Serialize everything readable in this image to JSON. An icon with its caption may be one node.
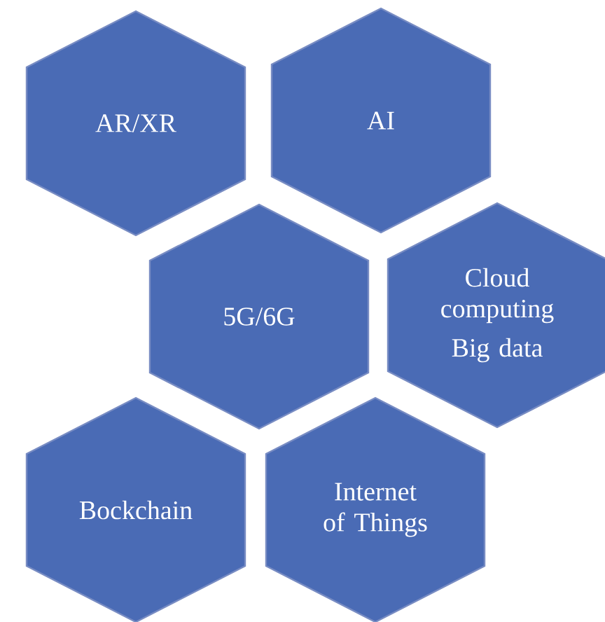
{
  "diagram": {
    "nodes": [
      {
        "text": [
          "AR/XR"
        ]
      },
      {
        "text": [
          "AI"
        ]
      },
      {
        "text": [
          "5G/6G"
        ]
      },
      {
        "text": [
          "Cloud computing",
          "Big data"
        ]
      },
      {
        "text": [
          "Bockchain"
        ]
      },
      {
        "text": [
          "Internet of Things"
        ]
      }
    ]
  }
}
